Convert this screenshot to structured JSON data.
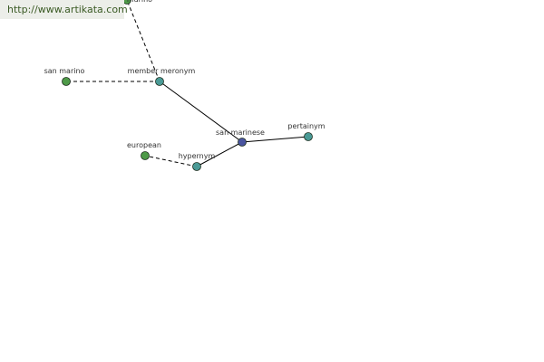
{
  "banner": {
    "url": "http://www.artikata.com"
  },
  "graph": {
    "nodes": [
      {
        "id": "san-marinese",
        "label": "san marinese",
        "color": "#4a55a0"
      },
      {
        "id": "member-meronym",
        "label": "member meronym",
        "color": "#4a9a96"
      },
      {
        "id": "san-marino",
        "label": "san marino",
        "color": "#4e9a48"
      },
      {
        "id": "marino",
        "label": "marino",
        "color": "#4e9a48"
      },
      {
        "id": "pertainym",
        "label": "pertainym",
        "color": "#4a9a96"
      },
      {
        "id": "hypernym",
        "label": "hypernym",
        "color": "#4a9a96"
      },
      {
        "id": "european",
        "label": "european",
        "color": "#4e9a48"
      }
    ],
    "edges": [
      {
        "from": "san-marinese",
        "to": "member-meronym",
        "style": "solid"
      },
      {
        "from": "member-meronym",
        "to": "san-marino",
        "style": "dashed"
      },
      {
        "from": "member-meronym",
        "to": "marino",
        "style": "dashed"
      },
      {
        "from": "san-marinese",
        "to": "pertainym",
        "style": "solid"
      },
      {
        "from": "san-marinese",
        "to": "hypernym",
        "style": "solid"
      },
      {
        "from": "hypernym",
        "to": "european",
        "style": "dashed"
      }
    ]
  }
}
